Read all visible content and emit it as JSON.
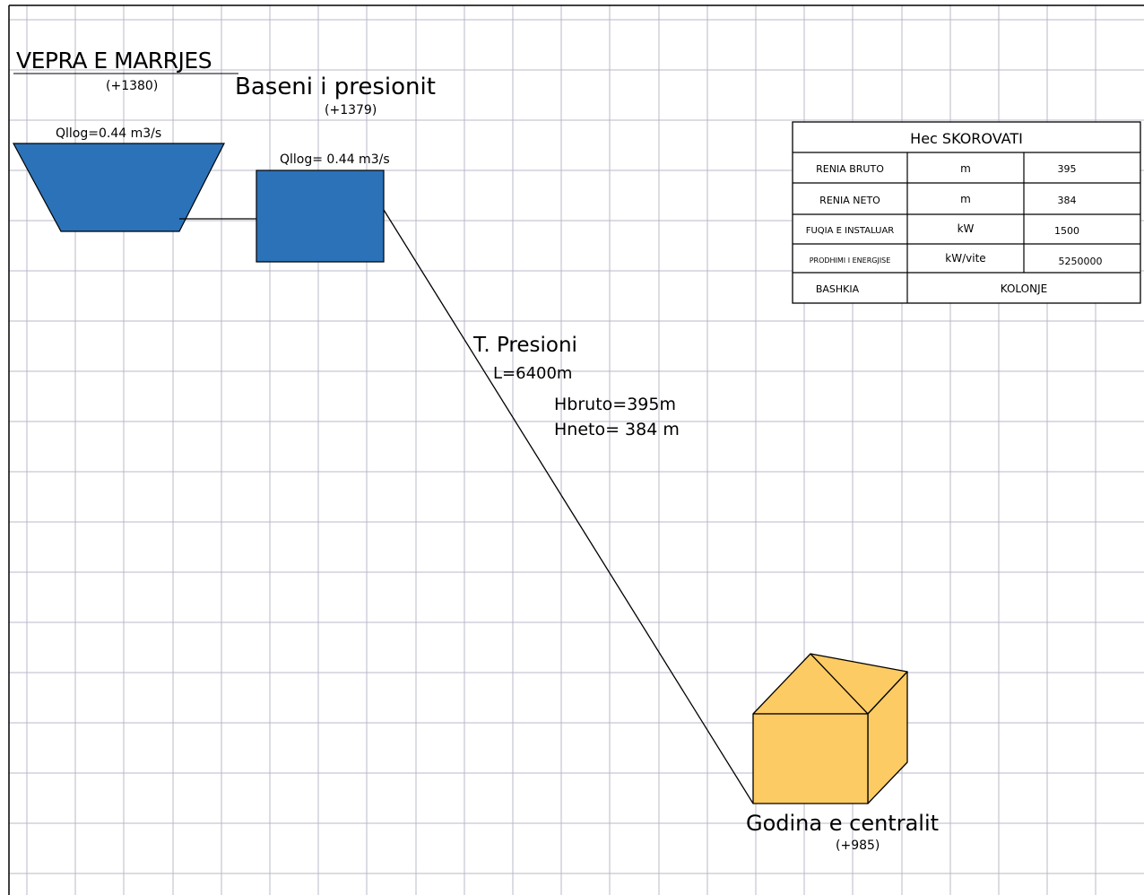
{
  "labels": {
    "intake_title": "VEPRA  E  MARRJES",
    "intake_elevation": "(+1380)",
    "intake_flow": "Qllog=0.44 m3/s",
    "basin_title": "Baseni  i  presionit",
    "basin_elevation": "(+1379)",
    "basin_flow": "Qllog=  0.44 m3/s",
    "pipe_title": "T.  Presioni",
    "pipe_length": "L=6400m",
    "head_gross": "Hbruto=395m",
    "head_net": "Hneto=  384  m",
    "powerhouse_title": "Godina  e  centralit",
    "powerhouse_elevation": "(+985)"
  },
  "table": {
    "title": "Hec  SKOROVATI",
    "rows": [
      {
        "label": "RENIA  BRUTO",
        "unit": "m",
        "value": "395"
      },
      {
        "label": "RENIA  NETO",
        "unit": "m",
        "value": "384"
      },
      {
        "label": "FUQIA  E  INSTALUAR",
        "unit": "kW",
        "value": "1500"
      },
      {
        "label": "PRODHIMI  I  ENERGJISE",
        "unit": "kW/vite",
        "value": "5250000"
      }
    ],
    "last_row": {
      "label": "BASHKIA",
      "value": "KOLONJE"
    }
  },
  "colors": {
    "grid": "#b9b9c9",
    "water_fill": "#2b72b9",
    "building_fill": "#fccb63",
    "line": "#000000"
  }
}
